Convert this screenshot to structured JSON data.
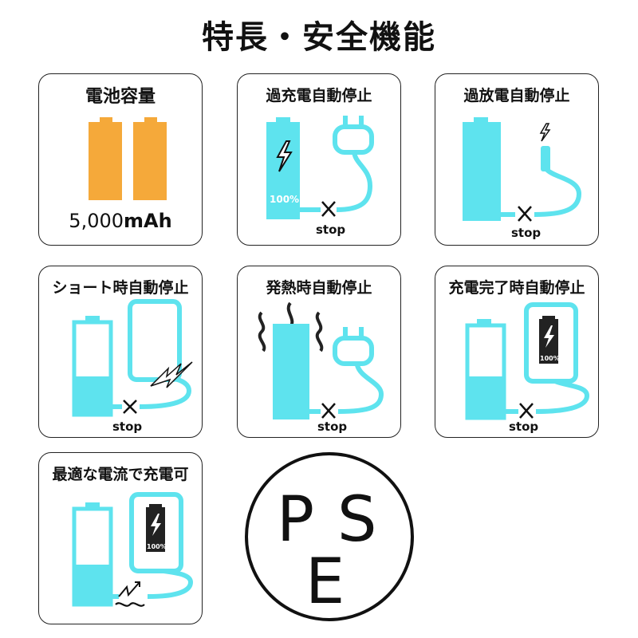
{
  "title": "特長・安全機能",
  "cards": [
    {
      "label": "電池容量",
      "capacity": "5,000",
      "unit": "mAh"
    },
    {
      "label": "過充電自動停止",
      "percent": "100%",
      "stop": "stop"
    },
    {
      "label": "過放電自動停止",
      "stop": "stop"
    },
    {
      "label": "ショート時自動停止",
      "stop": "stop"
    },
    {
      "label": "発熱時自動停止",
      "stop": "stop"
    },
    {
      "label": "充電完了時自動停止",
      "percent": "100%",
      "stop": "stop"
    },
    {
      "label": "最適な電流で充電可",
      "percent": "100%"
    }
  ],
  "mark": {
    "letters": [
      "P",
      "S",
      "E"
    ]
  },
  "colors": {
    "accent": "#5ee3ee",
    "orange": "#f5a93a",
    "border": "#222222"
  }
}
